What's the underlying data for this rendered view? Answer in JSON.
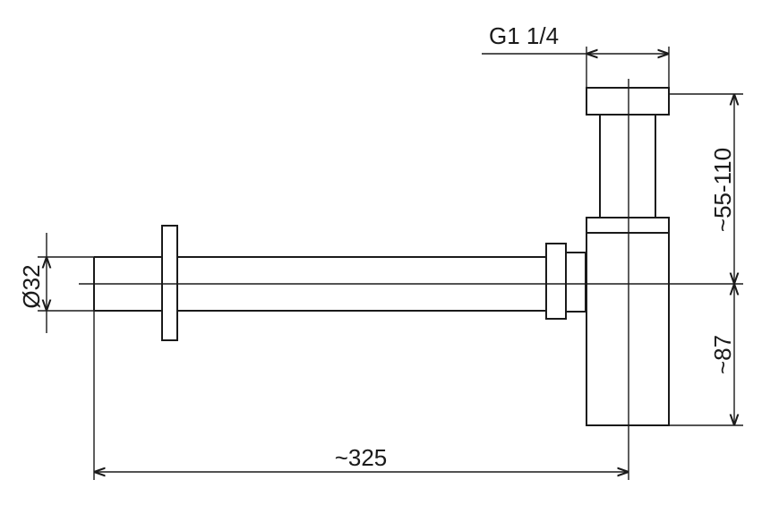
{
  "dimensions": {
    "thread": "G1 1/4",
    "height_range": "~55-110",
    "outlet_diameter": "Ø32",
    "depth": "~87",
    "length": "~325"
  }
}
